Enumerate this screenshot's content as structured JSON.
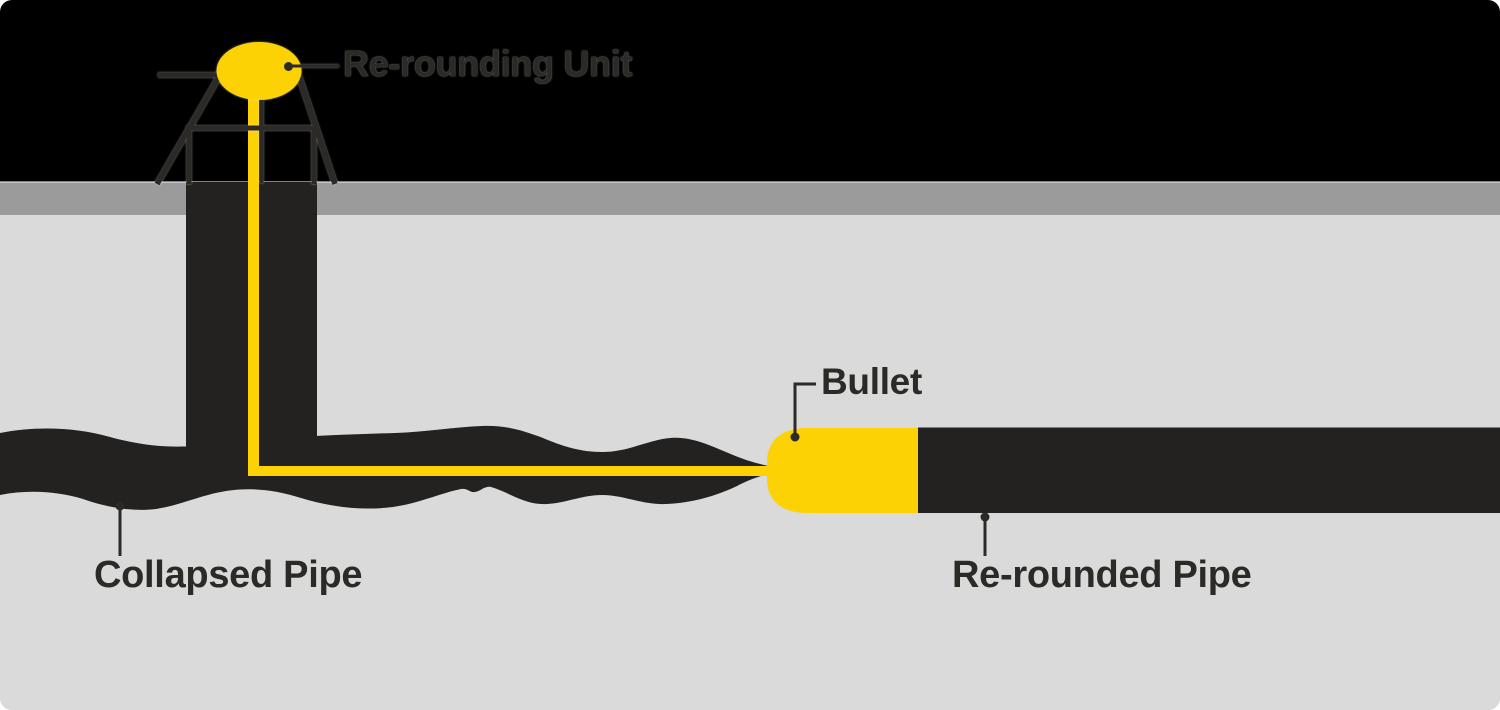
{
  "labels": {
    "rerounding_unit": "Re-rounding Unit",
    "bullet": "Bullet",
    "collapsed_pipe": "Collapsed Pipe",
    "rerounded_pipe": "Re-rounded Pipe"
  },
  "colors": {
    "sky": "#000000",
    "surface_strip": "#9b9b9b",
    "ground": "#dadada",
    "ink": "#232220",
    "line_ink": "#2b2a26",
    "accent_yellow": "#fdd205"
  },
  "icons": {
    "rerounding_unit_pulley": "yellow-ellipse-winch",
    "winch_frame": "tripod-a-frame",
    "cable": "yellow-winch-cable",
    "leader_dot": "black-callout-dot"
  }
}
